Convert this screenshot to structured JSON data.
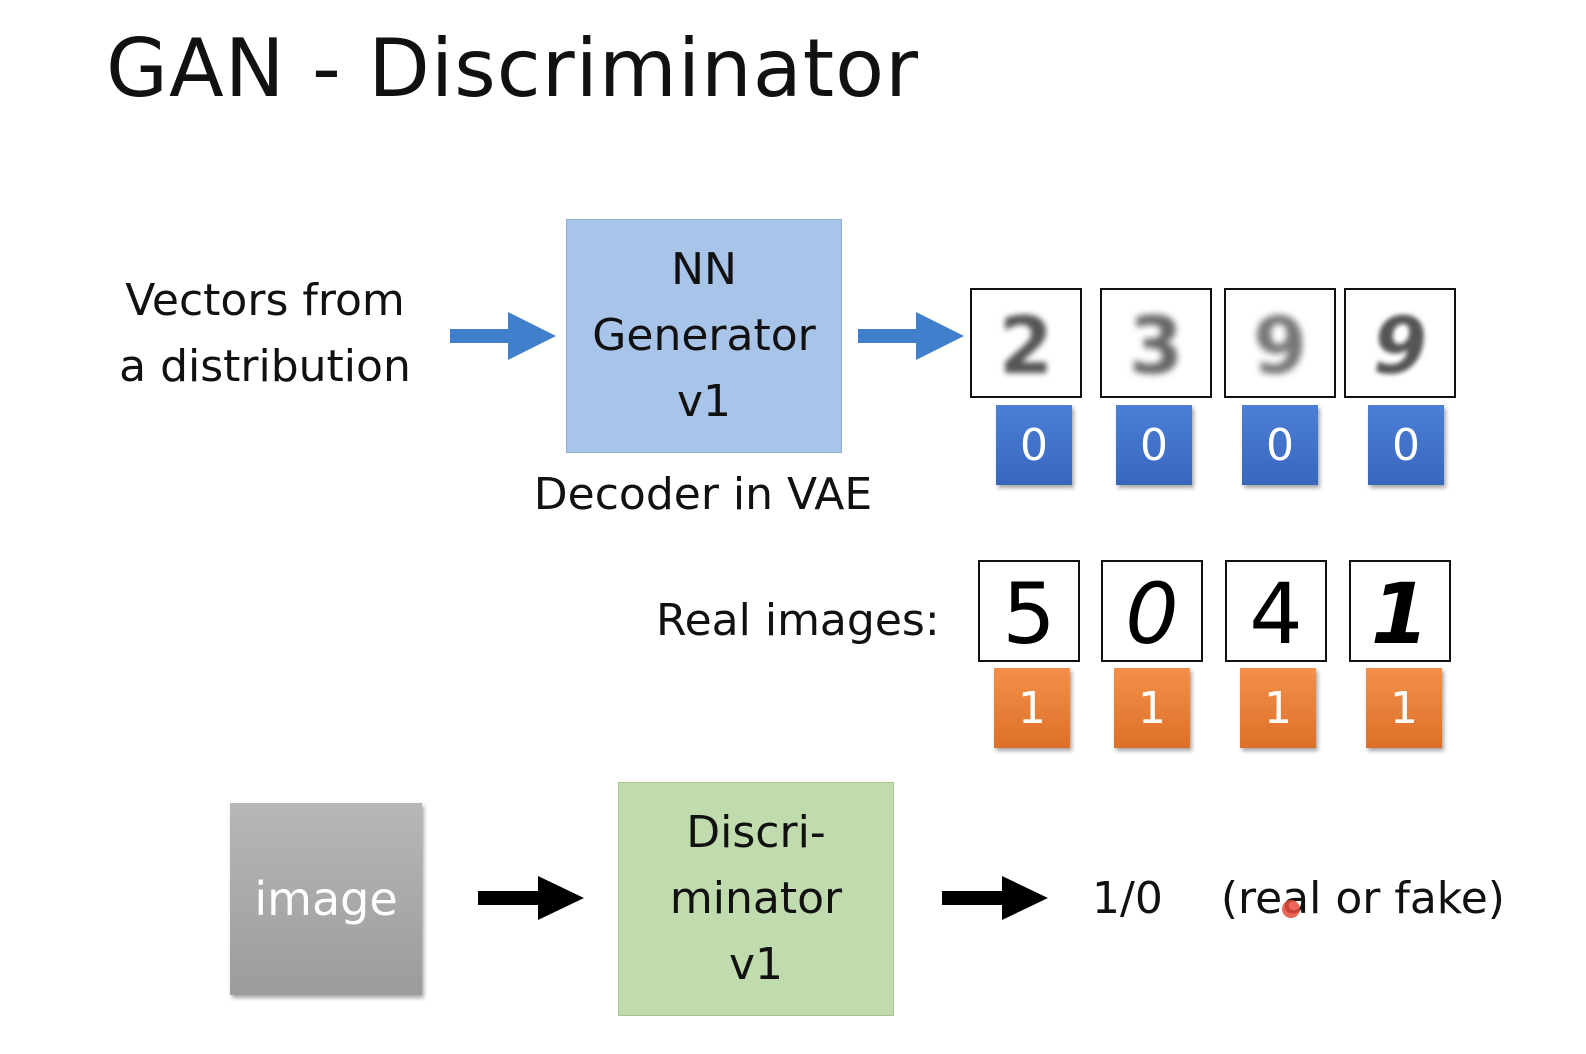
{
  "title": "GAN - Discriminator",
  "generator": {
    "input_label": [
      "Vectors from",
      "a distribution"
    ],
    "box_lines": [
      "NN",
      "Generator",
      "v1"
    ],
    "caption": "Decoder in VAE",
    "generated_digits": [
      "2",
      "3",
      "9",
      "9"
    ],
    "generated_labels": [
      "0",
      "0",
      "0",
      "0"
    ]
  },
  "real": {
    "label": "Real images:",
    "digits": [
      "5",
      "0",
      "4",
      "1"
    ],
    "labels": [
      "1",
      "1",
      "1",
      "1"
    ]
  },
  "discriminator": {
    "input_label": "image",
    "box_lines": [
      "Discri-",
      "minator",
      "v1"
    ],
    "output": "1/0",
    "output_note": "(real or fake)"
  },
  "colors": {
    "generator_box": "#a9c4e9",
    "discriminator_box": "#c0dcae",
    "image_box": "#aaaaaa",
    "fake_badge": "#4472c4",
    "real_badge": "#ed7d31",
    "blue_arrow": "#3f7fcc",
    "black_arrow": "#000000"
  },
  "icons": {
    "blue_arrow": "right-arrow-icon",
    "black_arrow": "right-arrow-icon"
  }
}
